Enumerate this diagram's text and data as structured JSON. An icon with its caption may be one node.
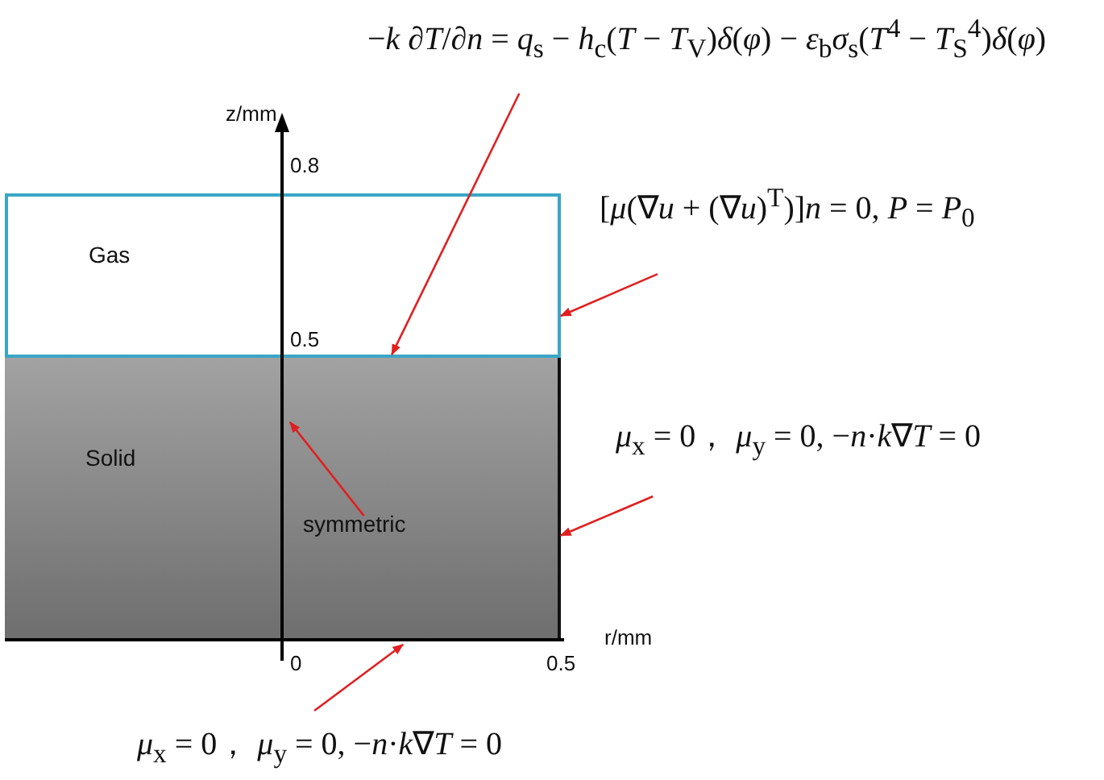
{
  "diagram": {
    "nodes": [
      {
        "text": [
          "Gas"
        ]
      },
      {
        "text": [
          "Solid"
        ]
      },
      {
        "text": [
          "−*k* ∂*T*/∂*n* = *q*$_{s}$ − *h*$_{c}$(*T* − *T*$_{V}$)*δ*(*φ*) − *ε*$_{b}$*σ*$_{s}$(*T*$^{4}$ − *T*$_{S}$$^{4}$)*δ*(*φ*)"
        ]
      },
      {
        "text": [
          "[*μ*(∇*u* + (∇*u*)$^{T}$)]*n* = 0, *P* = *P*$_{0}$"
        ]
      },
      {
        "text": [
          "*μ*$_{x}$ = 0， *μ*$_{y}$ = 0, −*n*·*k*∇*T* = 0"
        ]
      },
      {
        "text": [
          "symmetric"
        ],
        "in": 1
      },
      {
        "text": [
          "*μ*$_{x}$ = 0， *μ*$_{y}$ = 0, −*n*·*k*∇*T* = 0"
        ]
      }
    ],
    "edges": [
      {
        "from": 2,
        "to": 0,
        "arrow": "to"
      },
      {
        "from": 3,
        "to": 0,
        "arrow": "to"
      },
      {
        "from": 4,
        "to": 1,
        "arrow": "to"
      },
      {
        "from": 5,
        "to": null,
        "arrow": "to"
      },
      {
        "from": 6,
        "to": 1,
        "arrow": "to"
      }
    ],
    "labels": [
      "z/mm",
      "0.8",
      "0.5",
      "r/mm",
      "0",
      "0.5"
    ]
  }
}
